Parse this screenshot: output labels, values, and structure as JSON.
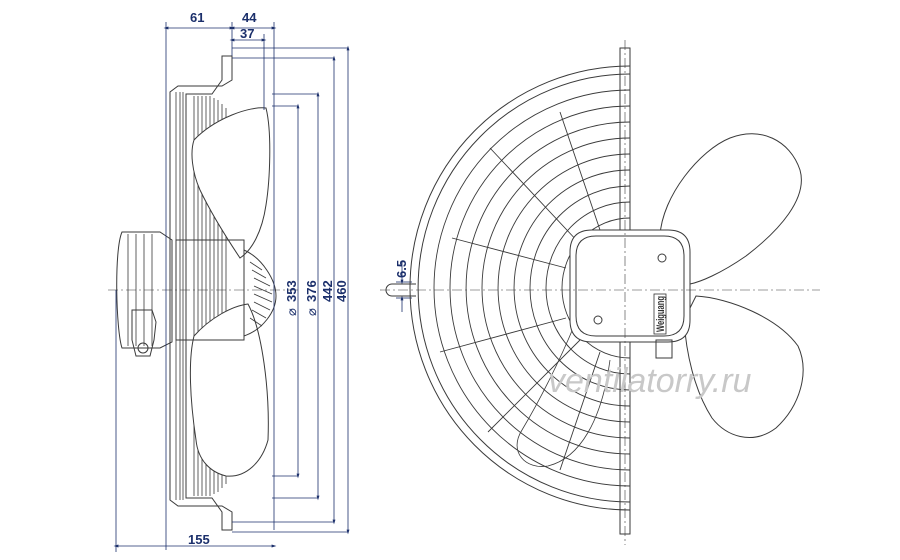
{
  "dimensions": {
    "d61": "61",
    "d44": "44",
    "d37": "37",
    "d353": "353",
    "d376": "376",
    "d442": "442",
    "d460": "460",
    "d155": "155",
    "d65": "6.5",
    "dia_sym": "⌀"
  },
  "branding": {
    "motor_logo": "Weiguang"
  },
  "watermark": "ventilatorry.ru",
  "colors": {
    "outline": "#3a3a3a",
    "dimension": "#1b2f6b",
    "watermark": "#c8c8c8"
  }
}
